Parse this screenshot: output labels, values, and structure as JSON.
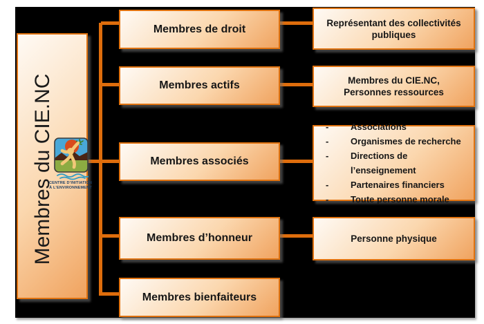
{
  "diagram": {
    "root": {
      "title": "Membres du CIE.NC"
    },
    "logo": {
      "caption_line1": "CENTRE D’INITIATION",
      "caption_line2": "À L’ENVIRONNEMENT"
    },
    "categories": [
      {
        "label": "Membres de droit",
        "description": "Représentant des collectivités publiques"
      },
      {
        "label": "Membres actifs",
        "description": "Membres du CIE.NC, Personnes ressources"
      },
      {
        "label": "Membres associés",
        "bullet": "-",
        "items": [
          "Associations",
          "Organismes de recherche",
          "Directions de l’enseignement",
          "Partenaires financiers",
          "Toute personne morale"
        ]
      },
      {
        "label": "Membres d’honneur",
        "description": "Personne physique"
      },
      {
        "label": "Membres bienfaiteurs"
      }
    ],
    "colors": {
      "canvas_background": "#000000",
      "page_background": "#ffffff",
      "box_border": "#e0720f",
      "box_gradient_light": "#fefaf5",
      "box_gradient_dark": "#f0a35f",
      "connector": "#de6d0c",
      "text": "#161616"
    }
  }
}
